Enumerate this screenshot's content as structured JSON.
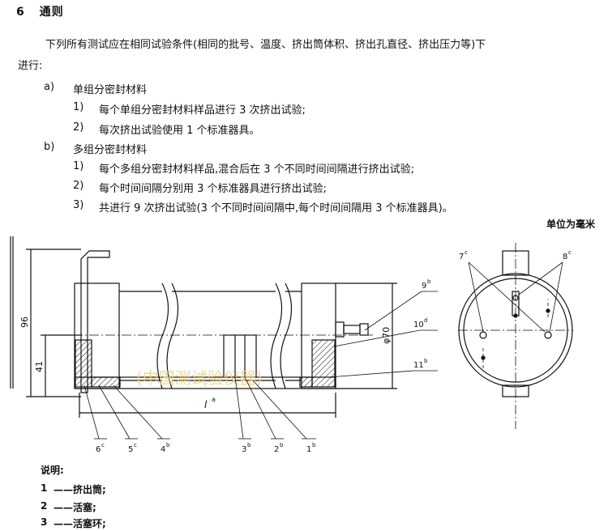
{
  "section": {
    "number": "6",
    "title": "通则"
  },
  "intro": {
    "line1": "下列所有测试应在相同试验条件(相同的批号、温度、挤出筒体积、挤出孔直径、挤出压力等)下",
    "line2": "进行:"
  },
  "groups": [
    {
      "label": "a)",
      "title": "单组分密封材料",
      "items": [
        {
          "num": "1)",
          "text": "每个单组分密封材料样品进行 3 次挤出试验;"
        },
        {
          "num": "2)",
          "text": "每次挤出试验使用 1 个标准器具。"
        }
      ]
    },
    {
      "label": "b)",
      "title": "多组分密封材料",
      "items": [
        {
          "num": "1)",
          "text": "每个多组分密封材料样品,混合后在 3 个不同时间间隔进行挤出试验;"
        },
        {
          "num": "2)",
          "text": "每个时间间隔分别用 3 个标准器具进行挤出试验;"
        },
        {
          "num": "3)",
          "text": "共进行 9 次挤出试验(3 个不同时间间隔中,每个时间间隔用 3 个标准器具)。"
        }
      ]
    }
  ],
  "unit_note": "单位为毫米",
  "figure": {
    "dims": {
      "height_total": "96",
      "height_lower": "41",
      "diameter": "φ70",
      "length": "l"
    },
    "callouts": [
      {
        "num": "1",
        "sup": "b"
      },
      {
        "num": "2",
        "sup": "b"
      },
      {
        "num": "3",
        "sup": "b"
      },
      {
        "num": "4",
        "sup": "b"
      },
      {
        "num": "5",
        "sup": "c"
      },
      {
        "num": "6",
        "sup": "c"
      },
      {
        "num": "7",
        "sup": "c"
      },
      {
        "num": "8",
        "sup": "c"
      },
      {
        "num": "9",
        "sup": "b"
      },
      {
        "num": "10",
        "sup": "d"
      },
      {
        "num": "11",
        "sup": "b"
      }
    ],
    "length_sup": "a",
    "watermark": "(中国测试验仪器)"
  },
  "legend": {
    "title": "说明:",
    "items": [
      {
        "num": "1",
        "text": "——挤出筒;"
      },
      {
        "num": "2",
        "text": "——活塞;"
      },
      {
        "num": "3",
        "text": "——活塞环;"
      }
    ]
  }
}
